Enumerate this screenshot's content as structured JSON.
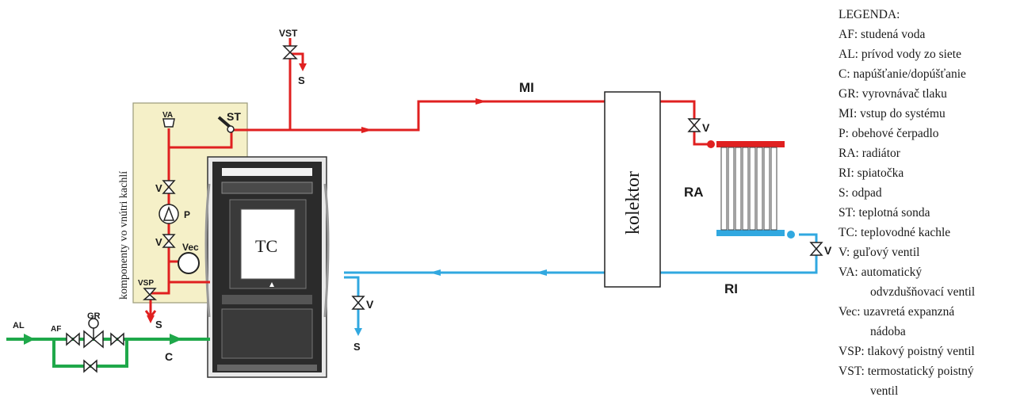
{
  "labels": {
    "vst": "VST",
    "s": "S",
    "st": "ST",
    "va": "VA",
    "v": "V",
    "p": "P",
    "vec": "Vec",
    "vsp": "VSP",
    "al": "AL",
    "af": "AF",
    "gr": "GR",
    "c": "C",
    "mi": "MI",
    "ri": "RI",
    "ra": "RA",
    "tc": "TC",
    "kolektor": "kolektor",
    "komponenty": "komponenty vo vnútri kachlí"
  },
  "legend": {
    "title": "LEGENDA:",
    "items": [
      "AF: studená voda",
      "AL: prívod vody zo siete",
      "C: napúšťanie/dopúšťanie",
      "GR: vyrovnávač tlaku",
      "MI: vstup do systému",
      "P: obehové čerpadlo",
      "RA: radiátor",
      "RI: spiatočka",
      "S: odpad",
      "ST: teplotná sonda",
      "TC:  teplovodné kachle",
      "V: guľový ventil",
      "VA: automatický",
      "odvzdušňovací ventil",
      "Vec: uzavretá expanzná",
      "nádoba",
      "VSP: tlakový poistný ventil",
      "VST: termostatický poistný",
      "ventil"
    ]
  },
  "colors": {
    "hot": "#e02020",
    "cold": "#31a8e0",
    "green": "#1fa84a",
    "panel": "#f5f0c8"
  }
}
